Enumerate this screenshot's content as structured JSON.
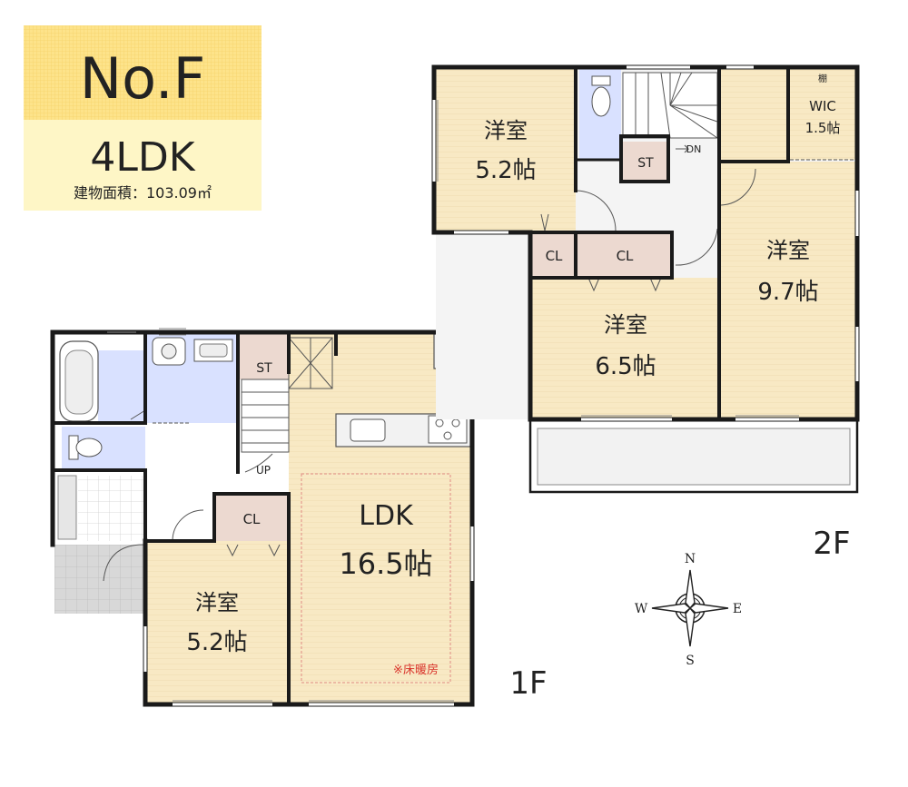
{
  "title": {
    "plan_no": "No.F",
    "layout": "4LDK",
    "area": "建物面積：103.09㎡"
  },
  "floor1": {
    "floor_label": "1F",
    "ldk_name": "LDK",
    "ldk_size": "16.5帖",
    "floor_heating": "※床暖房",
    "room_name": "洋室",
    "room_size": "5.2帖",
    "closet": "CL",
    "storage": "ST",
    "stair_up": "UP"
  },
  "floor2": {
    "floor_label": "2F",
    "room_a_name": "洋室",
    "room_a_size": "5.2帖",
    "room_b_name": "洋室",
    "room_b_size": "6.5帖",
    "room_c_name": "洋室",
    "room_c_size": "9.7帖",
    "wic_shelf": "棚",
    "wic_name": "WIC",
    "wic_size": "1.5帖",
    "storage": "ST",
    "stair_down": "DN",
    "closet_small": "CL",
    "closet_large": "CL"
  },
  "compass": {
    "n": "N",
    "s": "S",
    "e": "E",
    "w": "W"
  },
  "colors": {
    "room_fill": "#f8e9c4",
    "wet_fill": "#d9e1ff",
    "storage_fill": "#ecd9d0",
    "wall": "#1a1a1a",
    "title_yellow": "#fde38a",
    "heating_text": "#d9342b"
  }
}
